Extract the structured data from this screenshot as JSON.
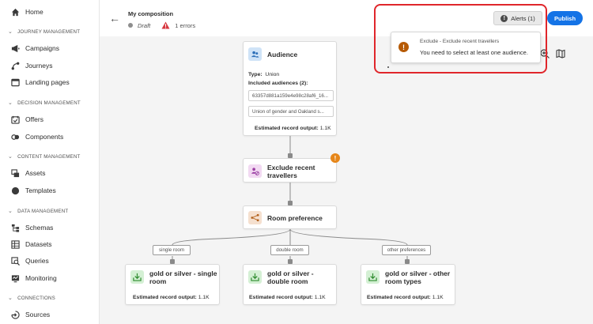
{
  "sidebar": {
    "home": "Home",
    "sections": [
      {
        "label": "JOURNEY MANAGEMENT"
      },
      {
        "label": "DECISION MANAGEMENT"
      },
      {
        "label": "CONTENT MANAGEMENT"
      },
      {
        "label": "DATA MANAGEMENT"
      },
      {
        "label": "CONNECTIONS"
      }
    ],
    "items": {
      "campaigns": "Campaigns",
      "journeys": "Journeys",
      "landing_pages": "Landing pages",
      "offers": "Offers",
      "components": "Components",
      "assets": "Assets",
      "templates": "Templates",
      "schemas": "Schemas",
      "datasets": "Datasets",
      "queries": "Queries",
      "monitoring": "Monitoring",
      "sources": "Sources"
    }
  },
  "header": {
    "title": "My composition",
    "status": "Draft",
    "errors": "1 errors",
    "alerts_label": "Alerts (1)",
    "publish_label": "Publish"
  },
  "alert": {
    "title": "Exclude - Exclude recent travellers",
    "message": "You need to select at least one audience."
  },
  "canvas": {
    "audience": {
      "title": "Audience",
      "type_label": "Type:",
      "type_value": "Union",
      "included_label": "Included audiences (2):",
      "audiences": [
        "63357d881a159e4e98c28af6_16...",
        "Union of gender and Oakland s..."
      ],
      "estimate_label": "Estimated record output:",
      "estimate_value": "1.1K"
    },
    "exclude": {
      "title": "Exclude recent travellers"
    },
    "split": {
      "title": "Room preference"
    },
    "branches": [
      {
        "label": "single room",
        "title": "gold or silver - single room",
        "estimate_label": "Estimated record output:",
        "estimate_value": "1.1K"
      },
      {
        "label": "double room",
        "title": "gold or silver - double room",
        "estimate_label": "Estimated record output:",
        "estimate_value": "1.1K"
      },
      {
        "label": "other preferences",
        "title": "gold or silver - other room types",
        "estimate_label": "Estimated record output:",
        "estimate_value": "1.1K"
      }
    ]
  },
  "colors": {
    "accent": "#1473e6",
    "warning": "#e68619",
    "highlight": "#e0262b"
  }
}
